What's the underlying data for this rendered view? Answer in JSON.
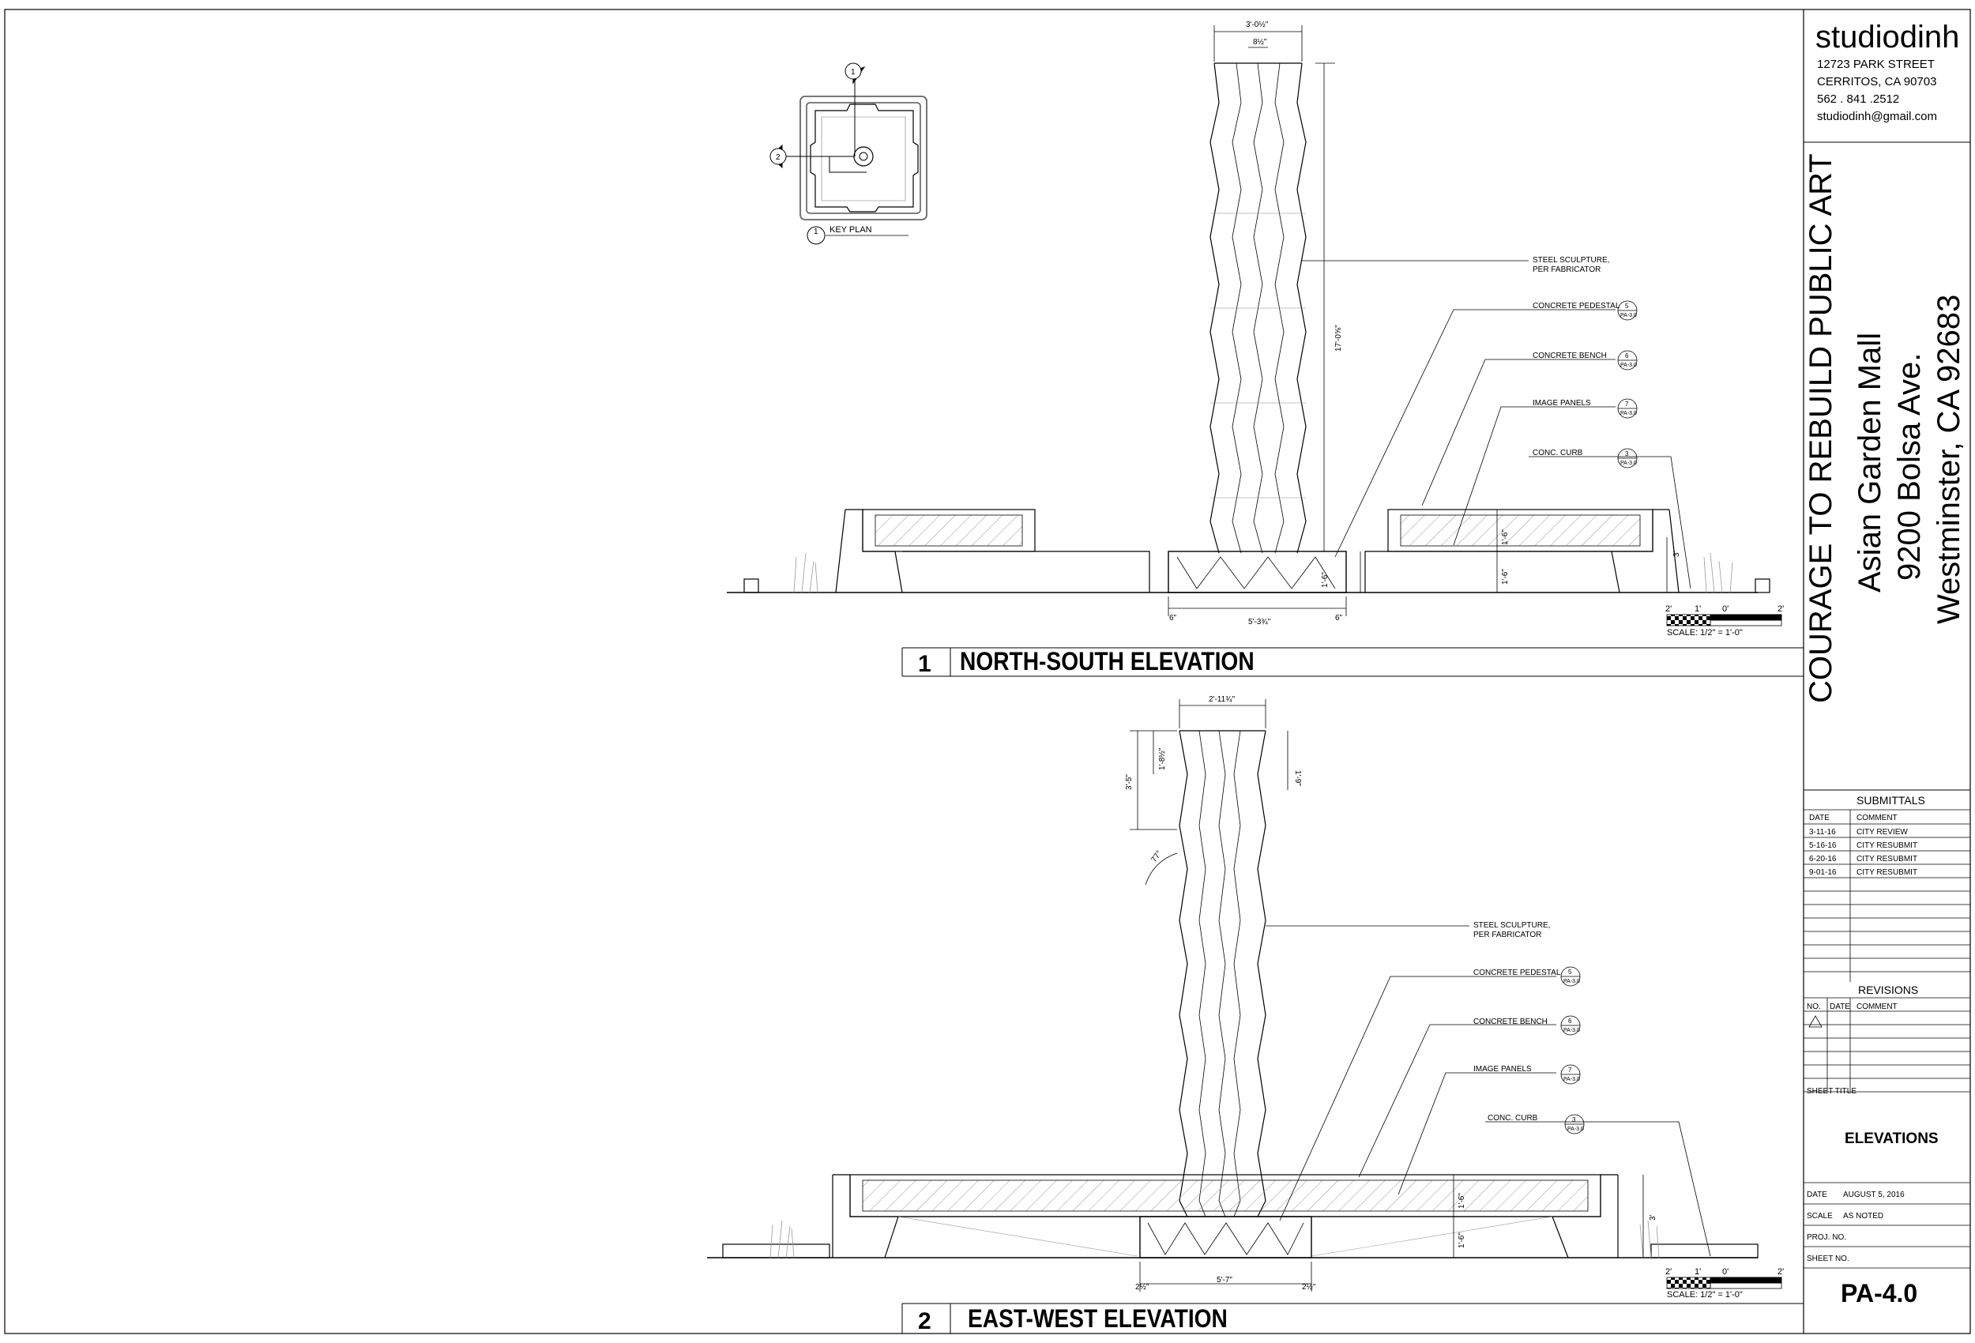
{
  "office": {
    "name": "studiodinh",
    "address1": "12723 PARK STREET",
    "address2": "CERRITOS, CA   90703",
    "phone": "562 . 841 .2512",
    "email": "studiodinh@gmail.com"
  },
  "project": {
    "line1": "COURAGE TO REBUILD PUBLIC ART",
    "line2": "Asian Garden Mall",
    "line3": "9200 Bolsa Ave.",
    "line4": "Westminster, CA 92683"
  },
  "submittals": {
    "title": "SUBMITTALS",
    "headers": [
      "DATE",
      "COMMENT"
    ],
    "rows": [
      [
        "3-11-16",
        "CITY REVIEW"
      ],
      [
        "5-16-16",
        "CITY RESUBMIT"
      ],
      [
        "6-20-16",
        "CITY RESUBMIT"
      ],
      [
        "9-01-16",
        "CITY RESUBMIT"
      ]
    ]
  },
  "revisions": {
    "title": "REVISIONS",
    "headers": [
      "NO.",
      "DATE",
      "COMMENT"
    ]
  },
  "sheet": {
    "title_label": "SHEET TITLE",
    "title": "ELEVATIONS",
    "date_label": "DATE",
    "date": "AUGUST 5, 2016",
    "scale_label": "SCALE",
    "scale": "AS NOTED",
    "proj_label": "PROJ. NO.",
    "sheet_no_label": "SHEET NO.",
    "sheet_no": "PA-4.0"
  },
  "key_plan": {
    "label": "KEY PLAN",
    "tag_main": "1",
    "tag_n": "1",
    "tag_w": "2"
  },
  "view1": {
    "number": "1",
    "title": "NORTH-SOUTH ELEVATION",
    "dims": {
      "top_width": "3'-0½\"",
      "top_inner": "8½\"",
      "height": "17'-0⅝\"",
      "base_width": "5'-3¾\"",
      "base_left": "6\"",
      "base_right": "6\"",
      "pedestal_h": "1'-6\"",
      "bench_top": "1'-6\"",
      "bench_bottom": "1'-6\"",
      "side_h": "3'"
    },
    "callouts": [
      {
        "text": "STEEL SCULPTURE,",
        "text2": "PER FABRICATOR"
      },
      {
        "text": "CONCRETE PEDESTAL",
        "num": "5",
        "sheet": "PA-3.0"
      },
      {
        "text": "CONCRETE BENCH",
        "num": "6",
        "sheet": "PA-3.0"
      },
      {
        "text": "IMAGE PANELS",
        "num": "7",
        "sheet": "PA-3.0"
      },
      {
        "text": "CONC. CURB",
        "num": "3",
        "sheet": "PA-3.0"
      }
    ],
    "scale_ticks": [
      "2'",
      "1'",
      "0'",
      "2'"
    ],
    "scale_text": "SCALE: 1/2\" = 1'-0\""
  },
  "view2": {
    "number": "2",
    "title": "EAST-WEST ELEVATION",
    "dims": {
      "top_width": "2'-11¾\"",
      "segment": "1'-8½\"",
      "upper": "3'-5\"",
      "right": "1'-9\"",
      "angle": "77°",
      "base_width": "5'-7\"",
      "base_left": "2½\"",
      "base_right": "2½\"",
      "bench_top": "1'-6\"",
      "bench_bottom": "1'-6\"",
      "side_h": "3'"
    },
    "callouts": [
      {
        "text": "STEEL SCULPTURE,",
        "text2": "PER FABRICATOR"
      },
      {
        "text": "CONCRETE PEDESTAL",
        "num": "5",
        "sheet": "PA-3.0"
      },
      {
        "text": "CONCRETE BENCH",
        "num": "6",
        "sheet": "PA-3.0"
      },
      {
        "text": "IMAGE PANELS",
        "num": "7",
        "sheet": "PA-3.0"
      },
      {
        "text": "CONC. CURB",
        "num": "3",
        "sheet": "PA-3.0"
      }
    ],
    "scale_ticks": [
      "2'",
      "1'",
      "0'",
      "2'"
    ],
    "scale_text": "SCALE: 1/2\" = 1'-0\""
  }
}
